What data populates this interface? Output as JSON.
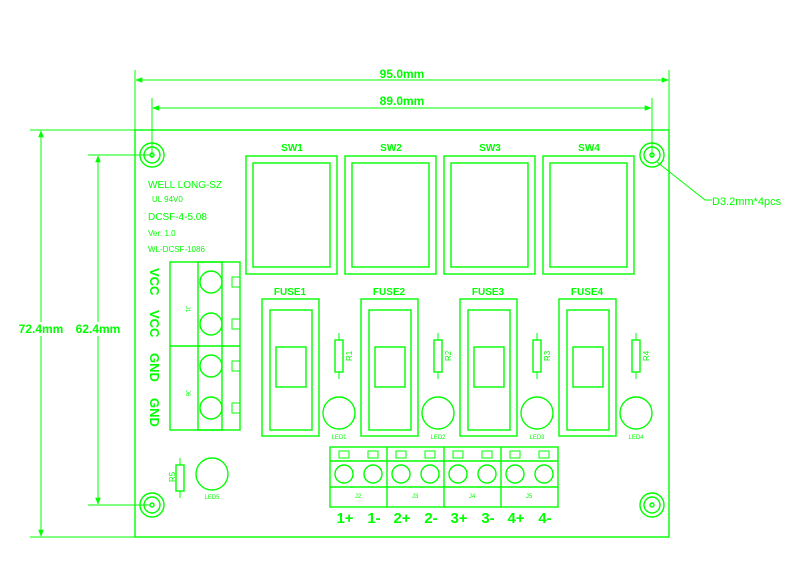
{
  "dimensions": {
    "width_outer": "95.0mm",
    "width_holes": "89.0mm",
    "height_outer": "72.4mm",
    "height_holes": "62.4mm",
    "hole_note": "D3.2mm*4pcs"
  },
  "silkscreen": {
    "brand": "WELL LONG-SZ",
    "rating": "UL 94V0",
    "model": "DCSF-4-5.08",
    "version": "Ver: 1.0",
    "part": "WL-DCSF-1086"
  },
  "switches": [
    "SW1",
    "SW2",
    "SW3",
    "SW4"
  ],
  "fuses": [
    "FUSE1",
    "FUSE2",
    "FUSE3",
    "FUSE4"
  ],
  "resistors": [
    "R1",
    "R2",
    "R3",
    "R4"
  ],
  "leds": [
    "LED1",
    "LED2",
    "LED3",
    "LED4"
  ],
  "power_pins": [
    "VCC",
    "VCC",
    "GND",
    "GND"
  ],
  "power_connectors": [
    "J1",
    "J6"
  ],
  "status_resistor": "R5",
  "status_led": "LED5",
  "output_connectors": [
    "J2",
    "J3",
    "J4",
    "J5"
  ],
  "output_pins": [
    "1+",
    "1-",
    "2+",
    "2-",
    "3+",
    "3-",
    "4+",
    "4-"
  ],
  "color": "#00ff00"
}
